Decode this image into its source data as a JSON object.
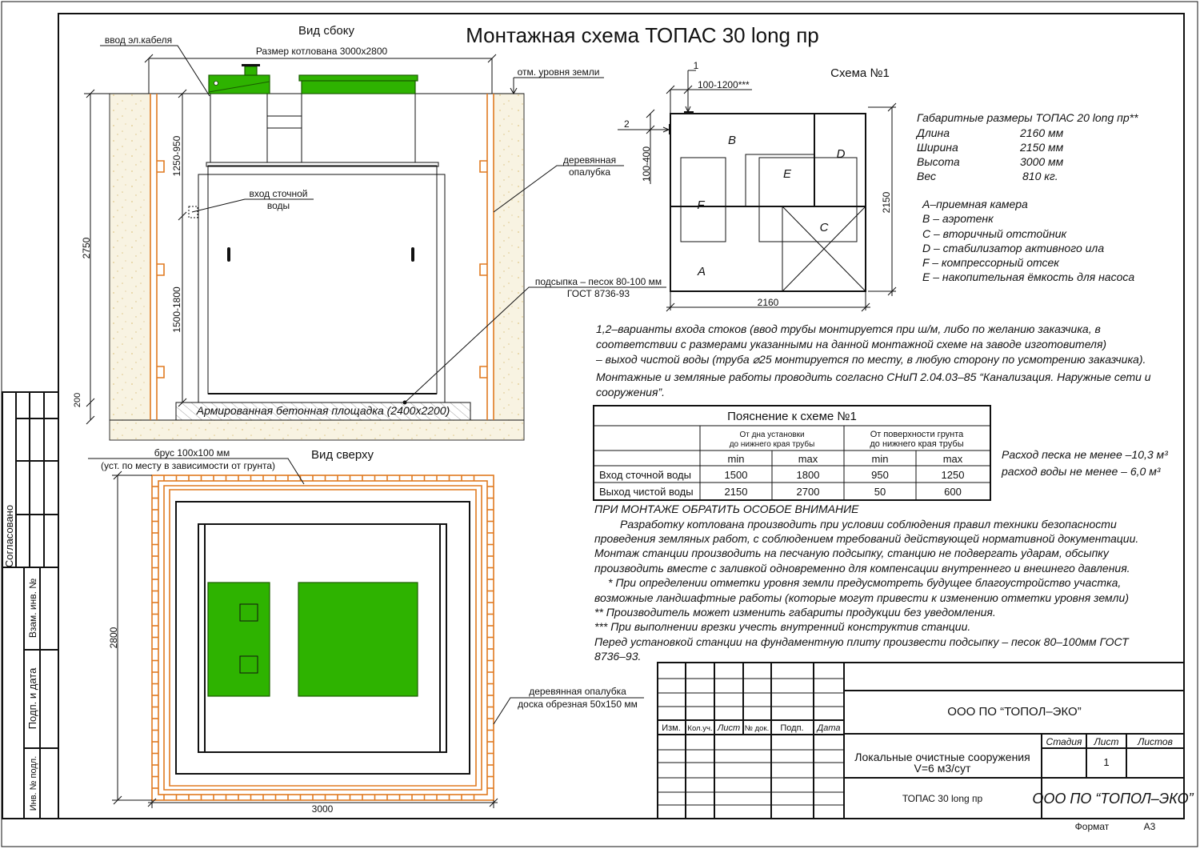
{
  "title": "Монтажная схема ТОПАС 30 long пр",
  "colors": {
    "green": "#2eb300",
    "orange": "#e07a20",
    "sand": "#f8f3e2"
  },
  "side_view": {
    "label": "Вид сбоку",
    "pit_size": "Размер котлована 3000x2800",
    "cable_entry": "ввод эл.кабеля",
    "ground_level": "отм. уровня земли",
    "formwork": [
      "деревянная",
      "опалубка"
    ],
    "inlet": [
      "вход сточной",
      "воды"
    ],
    "sand": [
      "подсыпка – песок 80-100 мм",
      "ГОСТ 8736-93"
    ],
    "pad": "Армированная бетонная площадка (2400x2200)",
    "dims": {
      "total": "2750",
      "upper": "1250-950",
      "lower": "1500-1800",
      "pad": "200"
    }
  },
  "scheme": {
    "title": "Схема №1",
    "zones": {
      "A": "A",
      "B": "B",
      "C": "C",
      "D": "D",
      "E": "E",
      "F": "F"
    },
    "markers": {
      "one": "1",
      "two": "2"
    },
    "dims": {
      "top": "100-1200***",
      "side": "100-400",
      "height": "2150",
      "width": "2160"
    }
  },
  "specs": {
    "heading": "Габаритные размеры ТОПАС 20 long пр**",
    "rows": [
      {
        "label": "Длина",
        "value": "2160 мм"
      },
      {
        "label": "Ширина",
        "value": "2150 мм"
      },
      {
        "label": "Высота",
        "value": "3000 мм"
      },
      {
        "label": "Вес",
        "value": "810 кг."
      }
    ],
    "legend": [
      "A–приемная  камера",
      "B – аэротенк",
      "C – вторичный отстойник",
      "D – стабилизатор активного  ила",
      "F  – компрессорный отсек",
      "E – накопительная ёмкость для насоса"
    ]
  },
  "notes_top": [
    "1,2–варианты входа  стоков (ввод трубы монтируется при ш/м, либо по желанию заказчика, в",
    "соответствии с размерами указанными на данной монтажной схеме на заводе изготовителя)",
    "– выход чистой воды (труба ⌀25 монтируется по месту, в любую сторону по усмотрению заказчика).",
    "Монтажные и земляные работы проводить согласно СНиП 2.04.03–85 “Канализация. Наружные сети и",
    "сооружения”."
  ],
  "table": {
    "title": "Пояснение к схеме №1",
    "groups": [
      [
        "От дна установки",
        "до нижнего края трубы"
      ],
      [
        "От поверхности грунта",
        "до нижнего края трубы"
      ]
    ],
    "sub": [
      "min",
      "max",
      "min",
      "max"
    ],
    "rows": [
      {
        "label": "Вход сточной воды",
        "values": [
          "1500",
          "1800",
          "950",
          "1250"
        ]
      },
      {
        "label": "Выход чистой воды",
        "values": [
          "2150",
          "2700",
          "50",
          "600"
        ]
      }
    ]
  },
  "consumption": [
    "Расход песка не менее –10,3 м³",
    "расход воды не менее – 6,0 м³"
  ],
  "notes": [
    "ПРИ МОНТАЖЕ ОБРАТИТЬ ОСОБОЕ ВНИМАНИЕ",
    "Разработку котлована производить при условии соблюдения правил техники безопасности",
    "проведения земляных работ, с соблюдением требований действующей нормативной документации.",
    "Монтаж станции производить на песчаную подсыпку, станцию не подвергать ударам, обсыпку",
    "производить вместе с заливкой одновременно для компенсации внутреннего и внешнего давления.",
    "* При определении отметки уровня земли предусмотреть будущее благоустройство участка,",
    "возможные ландшафтные работы (которые могут привести к изменению отметки уровня земли)",
    "** Производитель может изменить габариты продукции без уведомления.",
    "*** При выполнении врезки учесть внутренний конструктив станции.",
    "Перед установкой станции на фундаментную плиту произвести подсыпку – песок 80–100мм ГОСТ",
    "8736–93."
  ],
  "top_view": {
    "label": "Вид сверху",
    "beam": [
      "брус 100x100 мм",
      "(уст. по месту в зависимости от грунта)"
    ],
    "formwork": [
      "деревянная опалубка",
      "доска обрезная 50x150 мм"
    ],
    "dims": {
      "height": "2800",
      "width": "3000"
    }
  },
  "title_block": {
    "columns": [
      "Изм.",
      "Кол.уч.",
      "Лист",
      "№ док.",
      "Подп.",
      "Дата"
    ],
    "company": "ООО ПО “ТОПОЛ–ЭКО”",
    "object": [
      "Локальные очистные сооружения",
      "V=6 м3/сут"
    ],
    "stage_headers": [
      "Стадия",
      "Лист",
      "Листов"
    ],
    "sheet": "1",
    "product": "ТОПАС 30 long пр",
    "company_italic": "ООО ПО “ТОПОЛ–ЭКО”",
    "format_label": "Формат",
    "format_value": "А3"
  },
  "side_stamp": {
    "agreed": "Согласовано",
    "replace": "Взам. инв. №",
    "sign_date": "Подп. и дата",
    "inv": "Инв. № подл."
  }
}
